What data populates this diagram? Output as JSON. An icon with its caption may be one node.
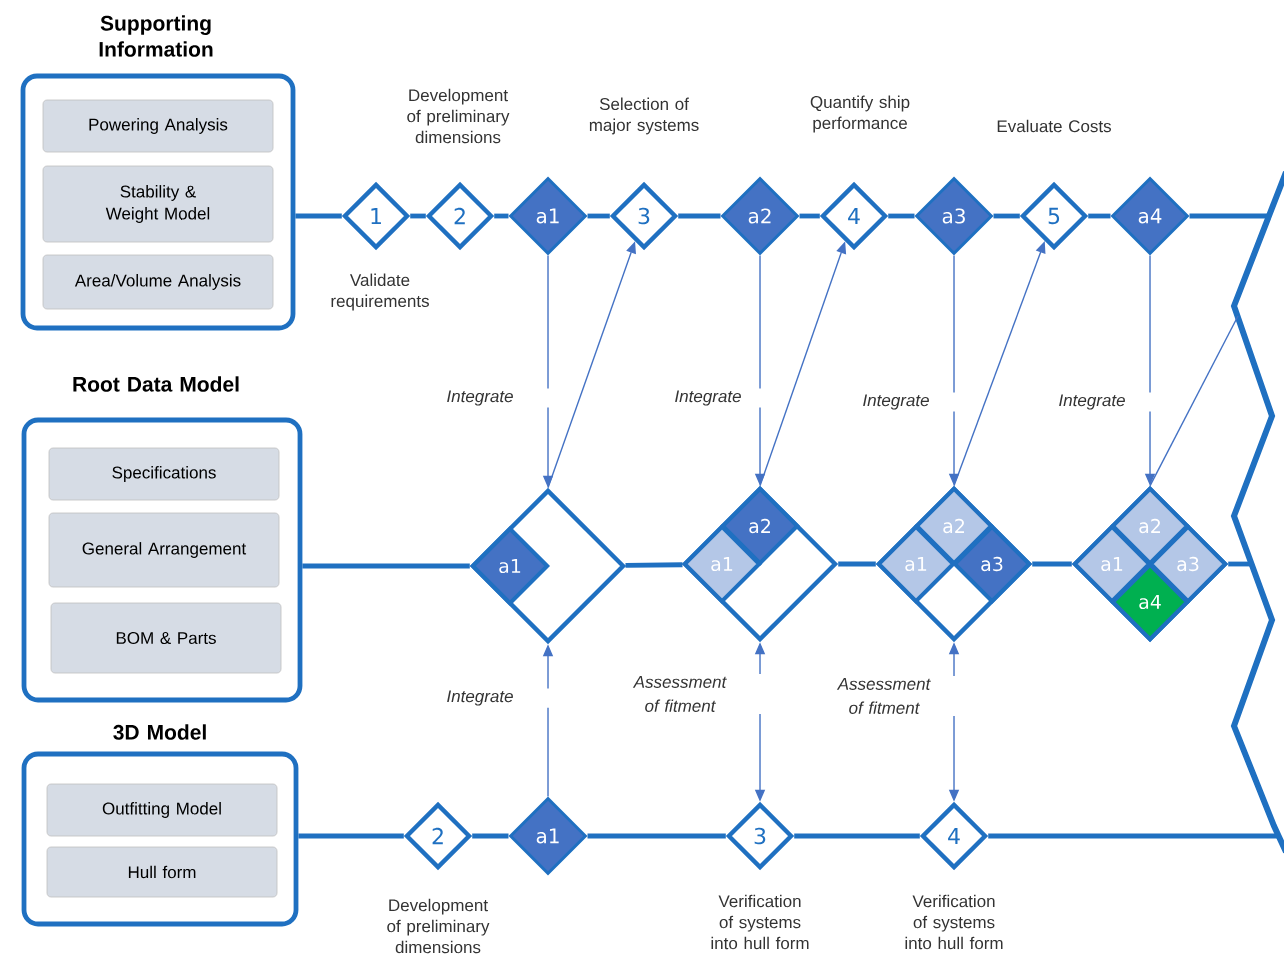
{
  "diagram": {
    "nodes": [
      {
        "text": [
          "Supporting Information"
        ]
      },
      {
        "text": [
          "Powering Analysis"
        ],
        "in": 0
      },
      {
        "text": [
          "Stability & Weight Model"
        ],
        "in": 0
      },
      {
        "text": [
          "Area/Volume Analysis"
        ],
        "in": 0
      },
      {
        "text": [
          "Root Data Model"
        ]
      },
      {
        "text": [
          "Specifications"
        ],
        "in": 4
      },
      {
        "text": [
          "General Arrangement"
        ],
        "in": 4
      },
      {
        "text": [
          "BOM & Parts"
        ],
        "in": 4
      },
      {
        "text": [
          "3D Model"
        ]
      },
      {
        "text": [
          "Outfitting Model"
        ],
        "in": 8
      },
      {
        "text": [
          "Hull form"
        ],
        "in": 8
      },
      {
        "text": [
          "1"
        ],
        "beside": [
          "Validate requirements"
        ]
      },
      {
        "text": [
          "2"
        ],
        "beside": [
          "Development of preliminary dimensions"
        ]
      },
      {
        "text": [
          "a1"
        ]
      },
      {
        "text": [
          "3"
        ],
        "beside": [
          "Selection of major systems"
        ]
      },
      {
        "text": [
          "a2"
        ]
      },
      {
        "text": [
          "4"
        ],
        "beside": [
          "Quantify ship performance"
        ]
      },
      {
        "text": [
          "a3"
        ]
      },
      {
        "text": [
          "5"
        ],
        "beside": [
          "Evaluate Costs"
        ]
      },
      {
        "text": [
          "a4"
        ]
      },
      {
        "text": [],
        "shape": "diamond"
      },
      {
        "text": [
          "a1"
        ],
        "in": 20
      },
      {
        "text": [],
        "shape": "diamond"
      },
      {
        "text": [
          "a2"
        ],
        "in": 22
      },
      {
        "text": [
          "a1"
        ],
        "in": 22
      },
      {
        "text": [],
        "shape": "diamond"
      },
      {
        "text": [
          "a2"
        ],
        "in": 25
      },
      {
        "text": [
          "a1"
        ],
        "in": 25
      },
      {
        "text": [
          "a3"
        ],
        "in": 25
      },
      {
        "text": [],
        "shape": "diamond"
      },
      {
        "text": [
          "a2"
        ],
        "in": 29
      },
      {
        "text": [
          "a1"
        ],
        "in": 29
      },
      {
        "text": [
          "a3"
        ],
        "in": 29
      },
      {
        "text": [
          "a4"
        ],
        "in": 29
      },
      {
        "text": [
          "2"
        ],
        "beside": [
          "Development of preliminary dimensions"
        ]
      },
      {
        "text": [
          "a1"
        ]
      },
      {
        "text": [
          "3"
        ],
        "beside": [
          "Verification of systems into hull form"
        ]
      },
      {
        "text": [
          "4"
        ],
        "beside": [
          "Verification of systems into hull form"
        ]
      }
    ],
    "edges": [
      {
        "from": 0,
        "to": 11,
        "arrow": "none"
      },
      {
        "from": 11,
        "to": 12,
        "arrow": "none"
      },
      {
        "from": 12,
        "to": 13,
        "arrow": "none"
      },
      {
        "from": 13,
        "to": 14,
        "arrow": "none"
      },
      {
        "from": 14,
        "to": 15,
        "arrow": "none"
      },
      {
        "from": 15,
        "to": 16,
        "arrow": "none"
      },
      {
        "from": 16,
        "to": 17,
        "arrow": "none"
      },
      {
        "from": 17,
        "to": 18,
        "arrow": "none"
      },
      {
        "from": 18,
        "to": 19,
        "arrow": "none"
      },
      {
        "from": 19,
        "to": null,
        "arrow": "none"
      },
      {
        "from": 4,
        "to": 20,
        "arrow": "none"
      },
      {
        "from": 20,
        "to": 22,
        "arrow": "none"
      },
      {
        "from": 22,
        "to": 25,
        "arrow": "none"
      },
      {
        "from": 25,
        "to": 29,
        "arrow": "none"
      },
      {
        "from": 29,
        "to": null,
        "arrow": "none"
      },
      {
        "from": 8,
        "to": 34,
        "arrow": "none"
      },
      {
        "from": 34,
        "to": 35,
        "arrow": "none"
      },
      {
        "from": 35,
        "to": 36,
        "arrow": "none"
      },
      {
        "from": 36,
        "to": 37,
        "arrow": "none"
      },
      {
        "from": 37,
        "to": null,
        "arrow": "none"
      },
      {
        "from": 13,
        "to": 20,
        "arrow": "to",
        "label": "Integrate",
        "color": "#4472c4"
      },
      {
        "from": 20,
        "to": 14,
        "arrow": "to",
        "color": "#4472c4"
      },
      {
        "from": 15,
        "to": 22,
        "arrow": "to",
        "label": "Integrate",
        "color": "#4472c4"
      },
      {
        "from": 22,
        "to": 16,
        "arrow": "to",
        "color": "#4472c4"
      },
      {
        "from": 17,
        "to": 25,
        "arrow": "to",
        "label": "Integrate",
        "color": "#4472c4"
      },
      {
        "from": 25,
        "to": 18,
        "arrow": "to",
        "color": "#4472c4"
      },
      {
        "from": 19,
        "to": 29,
        "arrow": "to",
        "label": "Integrate",
        "color": "#4472c4"
      },
      {
        "from": 29,
        "to": null,
        "arrow": "none",
        "color": "#4472c4"
      },
      {
        "from": 35,
        "to": 20,
        "arrow": "to",
        "label": "Integrate",
        "color": "#4472c4"
      },
      {
        "from": 22,
        "to": 36,
        "arrow": "both",
        "label": "Assessment of fitment",
        "color": "#4472c4"
      },
      {
        "from": 25,
        "to": 37,
        "arrow": "both",
        "label": "Assessment of fitment",
        "color": "#4472c4"
      }
    ]
  }
}
